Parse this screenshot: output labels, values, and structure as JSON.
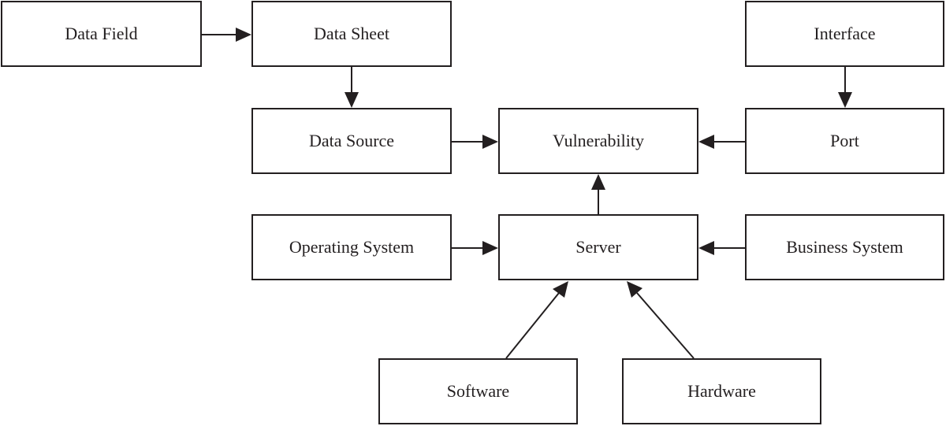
{
  "nodes": {
    "data_field": "Data Field",
    "data_sheet": "Data Sheet",
    "interface": "Interface",
    "data_source": "Data Source",
    "vulnerability": "Vulnerability",
    "port": "Port",
    "operating_system": "Operating System",
    "server": "Server",
    "business_system": "Business System",
    "software": "Software",
    "hardware": "Hardware"
  },
  "edges": [
    {
      "from": "Data Field",
      "to": "Data Sheet"
    },
    {
      "from": "Data Sheet",
      "to": "Data Source"
    },
    {
      "from": "Interface",
      "to": "Port"
    },
    {
      "from": "Data Source",
      "to": "Vulnerability"
    },
    {
      "from": "Port",
      "to": "Vulnerability"
    },
    {
      "from": "Server",
      "to": "Vulnerability"
    },
    {
      "from": "Operating System",
      "to": "Server"
    },
    {
      "from": "Business System",
      "to": "Server"
    },
    {
      "from": "Software",
      "to": "Server"
    },
    {
      "from": "Hardware",
      "to": "Server"
    }
  ],
  "colors": {
    "stroke": "#231f20",
    "background": "#ffffff"
  }
}
